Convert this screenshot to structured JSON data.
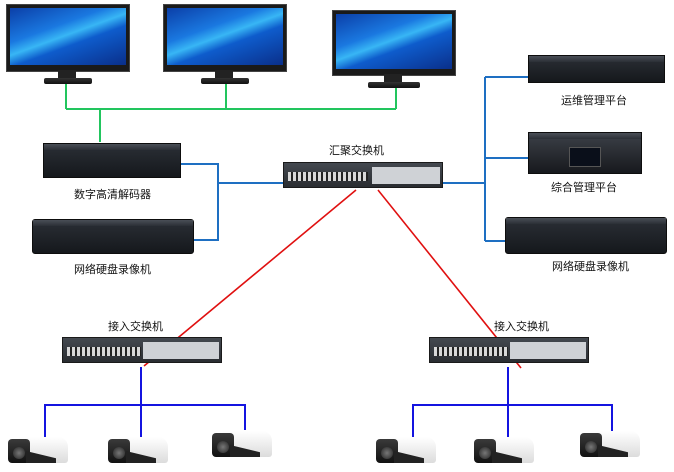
{
  "diagram": {
    "title": "Video surveillance network topology",
    "colors": {
      "display_link": "#22c55e",
      "core_link": "#1e6fc2",
      "uplink": "#e01010",
      "camera_link": "#1414e0"
    },
    "nodes": {
      "monitors": [
        {
          "id": "monitor-1",
          "icon": "monitor-icon"
        },
        {
          "id": "monitor-2",
          "icon": "monitor-icon"
        },
        {
          "id": "monitor-3",
          "icon": "monitor-icon"
        }
      ],
      "decoder": {
        "label": "数字高清解码器",
        "icon": "decoder-icon"
      },
      "nvr_left": {
        "label": "网络硬盘录像机",
        "icon": "nvr-icon"
      },
      "core_switch": {
        "label": "汇聚交换机",
        "icon": "switch-icon"
      },
      "ops_platform": {
        "label": "运维管理平台",
        "icon": "server-1u-icon"
      },
      "mgmt_platform": {
        "label": "综合管理平台",
        "icon": "server-4u-icon"
      },
      "nvr_right": {
        "label": "网络硬盘录像机",
        "icon": "nvr-icon"
      },
      "access_switch_left": {
        "label": "接入交换机",
        "icon": "switch-icon"
      },
      "access_switch_right": {
        "label": "接入交换机",
        "icon": "switch-icon"
      },
      "cameras_left": [
        "camera-icon",
        "camera-icon",
        "camera-icon"
      ],
      "cameras_right": [
        "camera-icon",
        "camera-icon",
        "camera-icon"
      ]
    },
    "links": [
      {
        "from": "monitors",
        "to": "decoder",
        "type": "display_link"
      },
      {
        "from": "decoder",
        "to": "core_switch",
        "type": "core_link"
      },
      {
        "from": "nvr_left",
        "to": "core_switch",
        "type": "core_link"
      },
      {
        "from": "core_switch",
        "to": "ops_platform",
        "type": "core_link"
      },
      {
        "from": "core_switch",
        "to": "mgmt_platform",
        "type": "core_link"
      },
      {
        "from": "core_switch",
        "to": "nvr_right",
        "type": "core_link"
      },
      {
        "from": "core_switch",
        "to": "access_switch_left",
        "type": "uplink"
      },
      {
        "from": "core_switch",
        "to": "access_switch_right",
        "type": "uplink"
      },
      {
        "from": "access_switch_left",
        "to": "cameras_left",
        "type": "camera_link"
      },
      {
        "from": "access_switch_right",
        "to": "cameras_right",
        "type": "camera_link"
      }
    ]
  }
}
